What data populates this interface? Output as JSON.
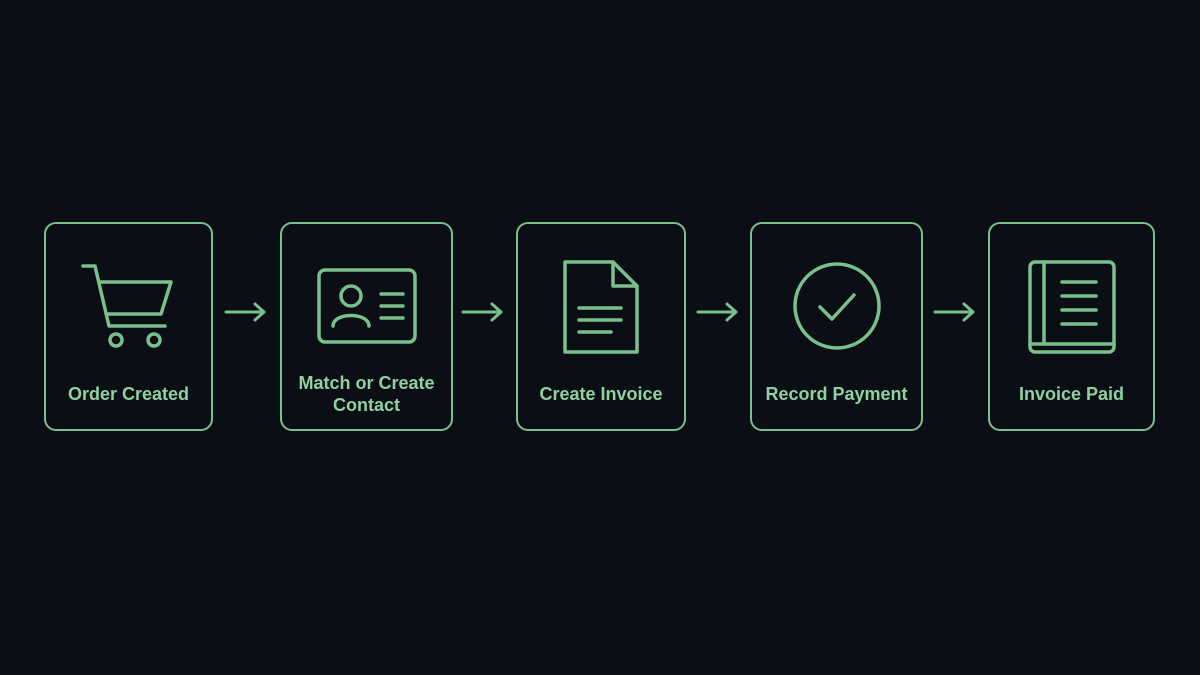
{
  "colors": {
    "background": "#0b0e14",
    "accent": "#79c08c",
    "label": "#8fd1a0"
  },
  "steps": [
    {
      "label": "Order Created",
      "icon": "shopping-cart-icon"
    },
    {
      "label": "Match or Create Contact",
      "icon": "contact-card-icon"
    },
    {
      "label": "Create Invoice",
      "icon": "document-icon"
    },
    {
      "label": "Record Payment",
      "icon": "check-circle-icon"
    },
    {
      "label": "Invoice Paid",
      "icon": "ledger-book-icon"
    }
  ]
}
